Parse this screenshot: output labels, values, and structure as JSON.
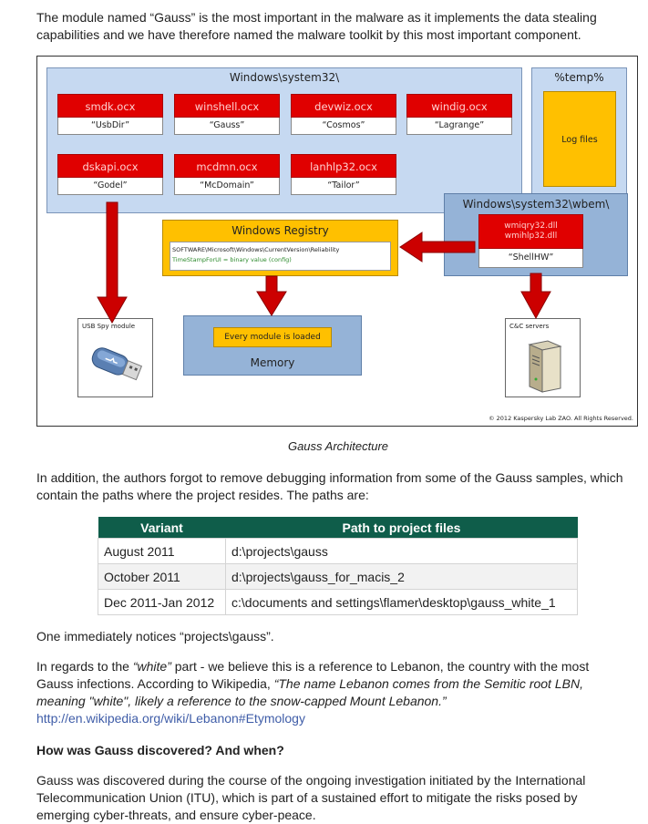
{
  "intro": "The module named “Gauss” is the most important in the malware as it implements the data stealing capabilities and we have therefore named the malware toolkit by this most important component.",
  "figure": {
    "system32_title": "Windows\\system32\\",
    "temp_title": "%temp%",
    "log_files": "Log files",
    "modules": [
      {
        "name": "smdk.ocx",
        "alias": "“UsbDir”"
      },
      {
        "name": "winshell.ocx",
        "alias": "“Gauss”"
      },
      {
        "name": "devwiz.ocx",
        "alias": "“Cosmos”"
      },
      {
        "name": "windig.ocx",
        "alias": "“Lagrange”"
      },
      {
        "name": "dskapi.ocx",
        "alias": "“Godel”"
      },
      {
        "name": "mcdmn.ocx",
        "alias": "“McDomain”"
      },
      {
        "name": "lanhlp32.ocx",
        "alias": "“Tailor”"
      }
    ],
    "wbem_title": "Windows\\system32\\wbem\\",
    "wbem_module": {
      "name_line1": "wmiqry32.dll",
      "name_line2": "wmihlp32.dll",
      "alias": "“ShellHW”"
    },
    "registry_title": "Windows Registry",
    "registry_key": "SOFTWARE\\Microsoft\\Windows\\CurrentVersion\\Reliability",
    "registry_value": "TimeStampForUI = binary value (config)",
    "memory_label": "Memory",
    "loaded_label": "Every module is loaded",
    "usb_label": "USB Spy module",
    "cc_label": "C&C servers",
    "copyright": "© 2012 Kaspersky Lab ZAO. All Rights Reserved.",
    "colors": {
      "module_red": "#e00000",
      "arrow_red": "#cc0000",
      "system_blue": "#c6d9f1",
      "wbem_blue": "#95b3d7",
      "orange": "#ffc000"
    },
    "icons": {
      "usb": "usb-drive-icon",
      "server": "server-tower-icon"
    }
  },
  "caption": "Gauss Architecture",
  "para2": "In addition, the authors forgot to remove debugging information from some of the Gauss samples, which contain the paths where the project resides. The paths are:",
  "table": {
    "headers": [
      "Variant",
      "Path to project files"
    ],
    "rows": [
      [
        "August 2011",
        "d:\\projects\\gauss"
      ],
      [
        "October 2011",
        "d:\\projects\\gauss_for_macis_2"
      ],
      [
        "Dec 2011-Jan 2012",
        "c:\\documents and settings\\flamer\\desktop\\gauss_white_1"
      ]
    ]
  },
  "para3": "One immediately notices “projects\\gauss”.",
  "para4": {
    "a": "In regards to the ",
    "b": "“white”",
    "c": " part - we believe this is a reference to Lebanon, the country with the most Gauss infections. According to Wikipedia, ",
    "d": "“The name Lebanon comes from the Semitic root LBN, meaning \"white\", likely a reference to the snow-capped Mount Lebanon.”",
    "link": "http://en.wikipedia.org/wiki/Lebanon#Etymology"
  },
  "heading": "How was Gauss discovered? And when?",
  "para5": "Gauss was discovered during the course of the ongoing investigation initiated by the International Telecommunication Union (ITU), which is part of a sustained effort to mitigate the risks posed by emerging cyber-threats, and ensure cyber-peace."
}
